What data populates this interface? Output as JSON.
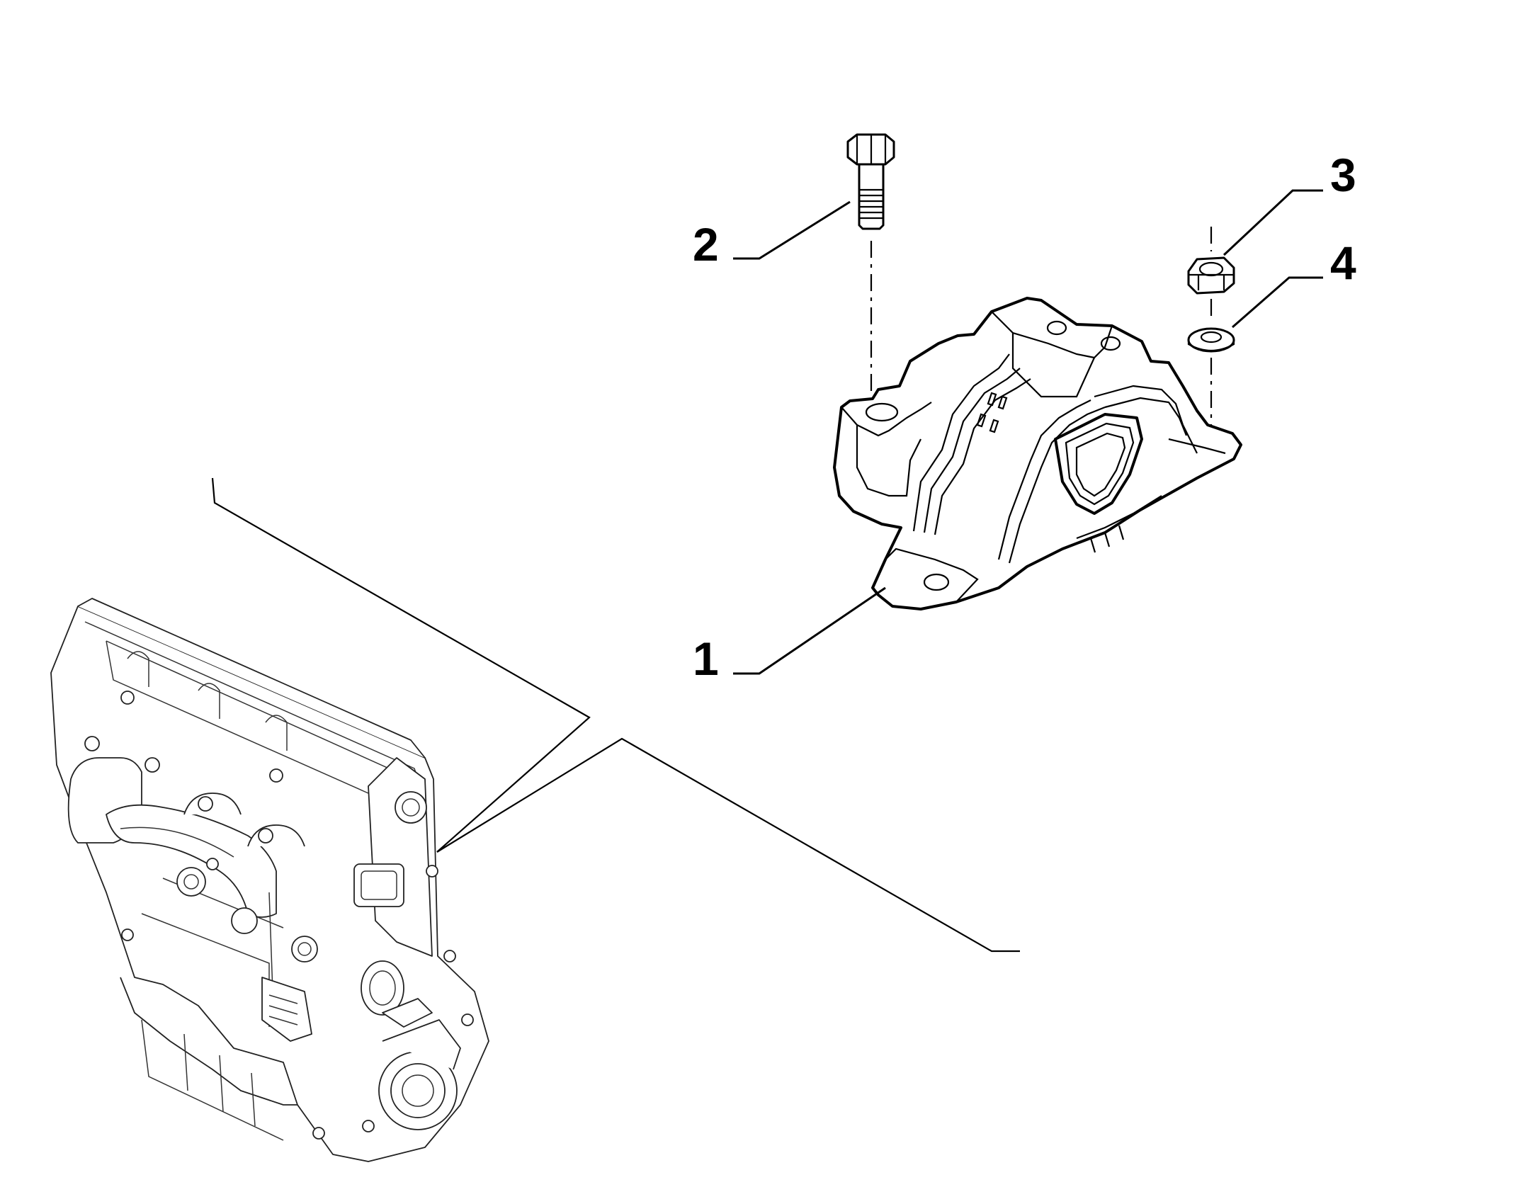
{
  "diagram": {
    "callouts": [
      {
        "id": "1",
        "label": "1",
        "part": "engine-mount"
      },
      {
        "id": "2",
        "label": "2",
        "part": "bolt"
      },
      {
        "id": "3",
        "label": "3",
        "part": "nut"
      },
      {
        "id": "4",
        "label": "4",
        "part": "washer"
      }
    ]
  },
  "colors": {
    "line": "#000000",
    "background": "#ffffff"
  }
}
